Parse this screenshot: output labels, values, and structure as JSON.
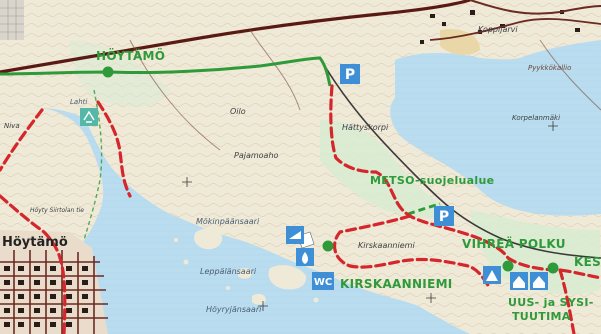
{
  "places": {
    "hoytamo_station": "HÖYTÄMÖ",
    "hoytamo_town": "Höytämö",
    "metso": "METSO-suojelualue",
    "kirskaanniemi_caps": "KIRSKAANNIEMI",
    "kirskaanniemi_small": "Kirskaanniemi",
    "vihreapolku": "VIHREÄ POLKU",
    "uus_line1": "UUS- ja SYSI-",
    "uus_line2": "TUUTIMA",
    "kesa": "KESÄ",
    "koppijarvi": "Koppijärvi",
    "pyykkokallio": "Pyykkökallio",
    "hattyskorpi": "Hättyskorpi",
    "pajamoaho": "Pajamoaho",
    "oilo": "Oilo",
    "mokinpaansaari": "Mökinpäänsaari",
    "leppalansaari": "Leppälänsaari",
    "hoyryjansaari": "Höyryjänsaari",
    "korpelanmaki": "Korpelanmäki",
    "hoyty_siirtolan": "Höyty Siirtolan tie",
    "lahti": "Lahti",
    "niva": "Niva"
  },
  "icons": {
    "parking_symbol": "P",
    "wc_label": "WC"
  },
  "colors": {
    "trail_green": "#2f9a3a",
    "trail_red": "#d4262b",
    "water": "#b9dcef",
    "land": "#efe9d8",
    "forest_tint": "#d7ecd2",
    "road_dark": "#6b2a22",
    "icon_blue": "#3f8fd6"
  }
}
